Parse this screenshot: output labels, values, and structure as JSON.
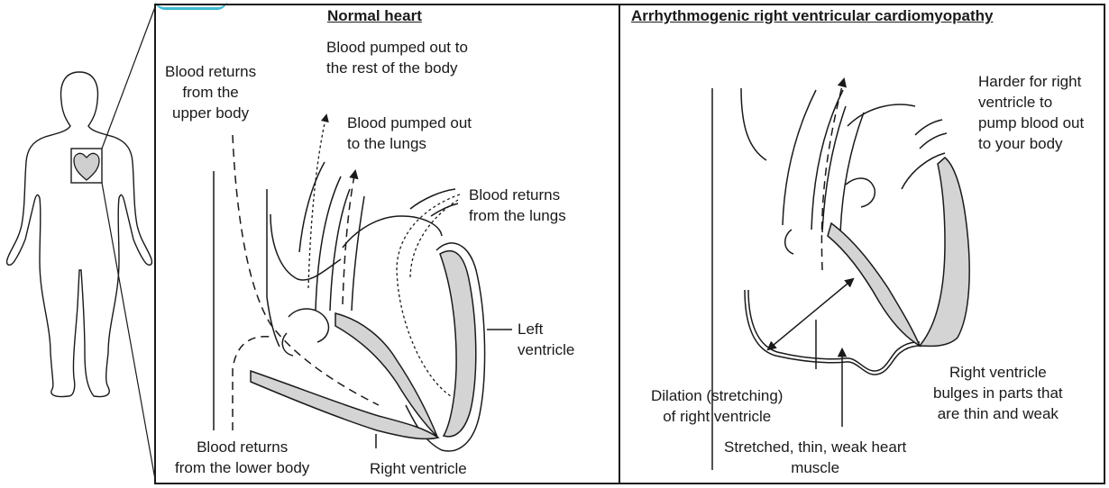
{
  "normal": {
    "title": "Normal heart",
    "labels": {
      "pumped_body_1": "Blood pumped out to",
      "pumped_body_2": "the rest of the body",
      "returns_upper_1": "Blood returns",
      "returns_upper_2": "from the",
      "returns_upper_3": "upper body",
      "pumped_lungs_1": "Blood pumped out",
      "pumped_lungs_2": "to the lungs",
      "returns_lungs_1": "Blood returns",
      "returns_lungs_2": "from the lungs",
      "left_ventricle_1": "Left",
      "left_ventricle_2": "ventricle",
      "returns_lower_1": "Blood returns",
      "returns_lower_2": "from the lower body",
      "right_ventricle": "Right ventricle"
    }
  },
  "arvc": {
    "title": "Arrhythmogenic right ventricular cardiomyopathy",
    "labels": {
      "harder_1": "Harder for right",
      "harder_2": "ventricle to",
      "harder_3": "pump blood out",
      "harder_4": "to your body",
      "dilation_1": "Dilation (stretching)",
      "dilation_2": "of right ventricle",
      "bulges_1": "Right ventricle",
      "bulges_2": "bulges in parts that",
      "bulges_3": "are thin and weak",
      "stretched_1": "Stretched, thin, weak heart",
      "stretched_2": "muscle"
    }
  },
  "colors": {
    "line": "#1a1a1a",
    "muscle_fill": "#d4d4d4",
    "accent": "#3fb9d3"
  }
}
